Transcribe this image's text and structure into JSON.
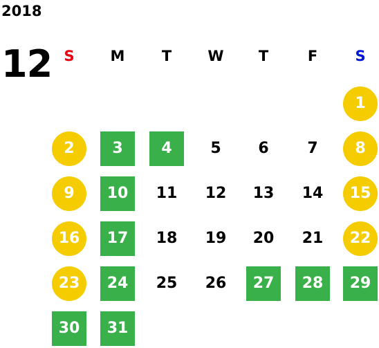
{
  "year": "2018",
  "month": "12",
  "weekdays": [
    "S",
    "M",
    "T",
    "W",
    "T",
    "F",
    "S"
  ],
  "colors": {
    "holiday": "#f5cc00",
    "highlight": "#3ab04a",
    "sunday_text": "#e60012",
    "saturday_text": "#0016d6"
  },
  "days": [
    {
      "d": "1",
      "style": "circle"
    },
    {
      "d": "2",
      "style": "circle"
    },
    {
      "d": "3",
      "style": "square"
    },
    {
      "d": "4",
      "style": "square"
    },
    {
      "d": "5",
      "style": "plain"
    },
    {
      "d": "6",
      "style": "plain"
    },
    {
      "d": "7",
      "style": "plain"
    },
    {
      "d": "8",
      "style": "circle"
    },
    {
      "d": "9",
      "style": "circle"
    },
    {
      "d": "10",
      "style": "square"
    },
    {
      "d": "11",
      "style": "plain"
    },
    {
      "d": "12",
      "style": "plain"
    },
    {
      "d": "13",
      "style": "plain"
    },
    {
      "d": "14",
      "style": "plain"
    },
    {
      "d": "15",
      "style": "circle"
    },
    {
      "d": "16",
      "style": "circle"
    },
    {
      "d": "17",
      "style": "square"
    },
    {
      "d": "18",
      "style": "plain"
    },
    {
      "d": "19",
      "style": "plain"
    },
    {
      "d": "20",
      "style": "plain"
    },
    {
      "d": "21",
      "style": "plain"
    },
    {
      "d": "22",
      "style": "circle"
    },
    {
      "d": "23",
      "style": "circle"
    },
    {
      "d": "24",
      "style": "square"
    },
    {
      "d": "25",
      "style": "plain"
    },
    {
      "d": "26",
      "style": "plain"
    },
    {
      "d": "27",
      "style": "square"
    },
    {
      "d": "28",
      "style": "square"
    },
    {
      "d": "29",
      "style": "square"
    },
    {
      "d": "30",
      "style": "square"
    },
    {
      "d": "31",
      "style": "square"
    }
  ]
}
